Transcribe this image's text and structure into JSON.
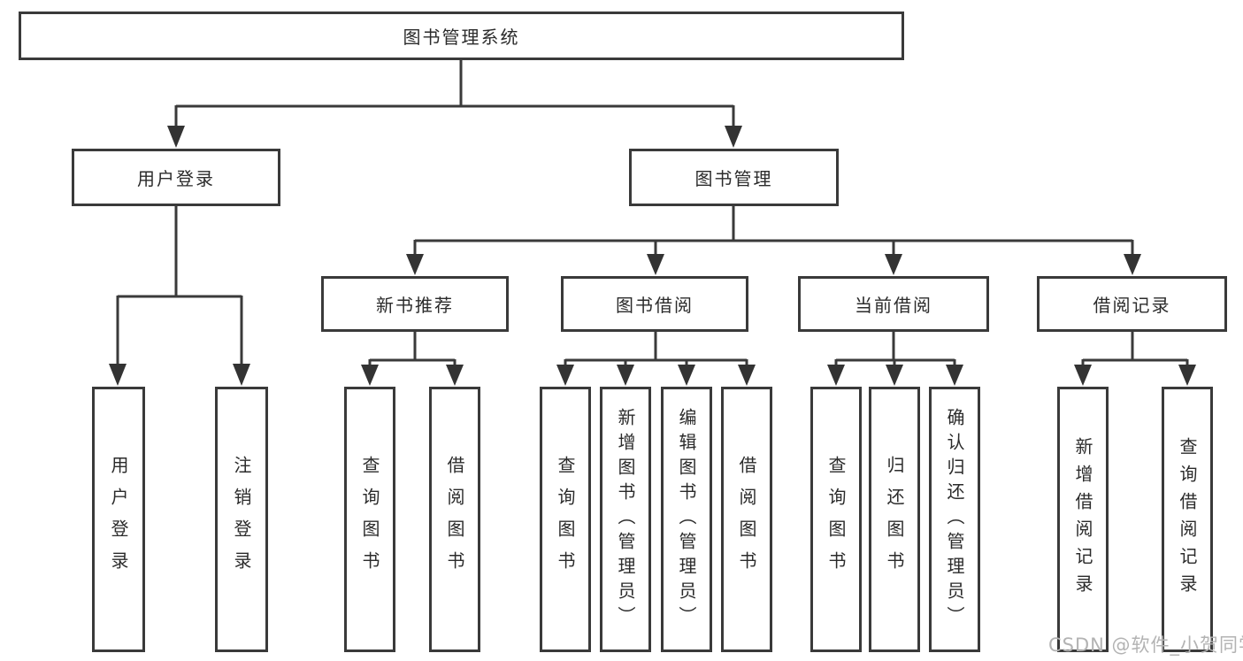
{
  "diagram": {
    "root": {
      "label": "图书管理系统"
    },
    "branches": [
      {
        "label": "用户登录",
        "leaves": [
          "用户登录",
          "注销登录"
        ]
      },
      {
        "label": "图书管理",
        "groups": [
          {
            "label": "新书推荐",
            "leaves": [
              "查询图书",
              "借阅图书"
            ]
          },
          {
            "label": "图书借阅",
            "leaves": [
              "查询图书",
              "新增图书（管理员）",
              "编辑图书（管理员）",
              "借阅图书"
            ]
          },
          {
            "label": "当前借阅",
            "leaves": [
              "查询图书",
              "归还图书",
              "确认归还（管理员）"
            ]
          },
          {
            "label": "借阅记录",
            "leaves": [
              "新增借阅记录",
              "查询借阅记录"
            ]
          }
        ]
      }
    ]
  },
  "watermark": {
    "text": "CSDN @软件_小贺同学"
  },
  "colors": {
    "line": "#3a3a3a",
    "text": "#2b2b2b",
    "watermark": "#b3b3b3",
    "background": "#ffffff"
  }
}
